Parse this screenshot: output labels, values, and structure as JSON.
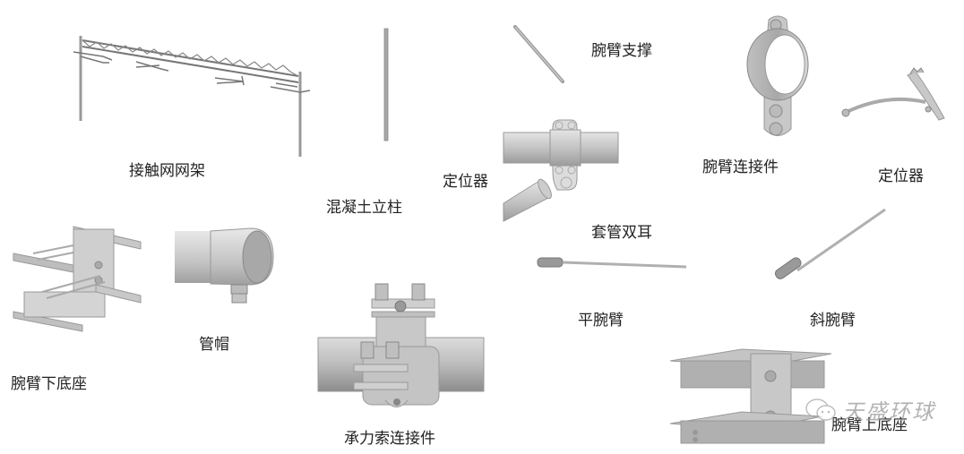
{
  "figure": {
    "background": "#ffffff",
    "part_color": "#b8b8b8",
    "label_color": "#222222",
    "components": [
      {
        "id": "catenary-frame",
        "label": "接触网网架"
      },
      {
        "id": "concrete-pole",
        "label": "混凝土立柱"
      },
      {
        "id": "cantilever-brace",
        "label": "腕臂支撑"
      },
      {
        "id": "locator-left",
        "label": "定位器"
      },
      {
        "id": "sleeve-double-ear",
        "label": "套管双耳"
      },
      {
        "id": "cantilever-connector",
        "label": "腕臂连接件"
      },
      {
        "id": "locator-right",
        "label": "定位器"
      },
      {
        "id": "cantilever-lower-base",
        "label": "腕臂下底座"
      },
      {
        "id": "pipe-cap",
        "label": "管帽"
      },
      {
        "id": "messenger-wire-connector",
        "label": "承力索连接件"
      },
      {
        "id": "horizontal-cantilever",
        "label": "平腕臂"
      },
      {
        "id": "inclined-cantilever",
        "label": "斜腕臂"
      },
      {
        "id": "cantilever-upper-base",
        "label": "腕臂上底座"
      }
    ],
    "watermark": {
      "icon": "wechat-icon",
      "text": "天盛环球"
    }
  }
}
